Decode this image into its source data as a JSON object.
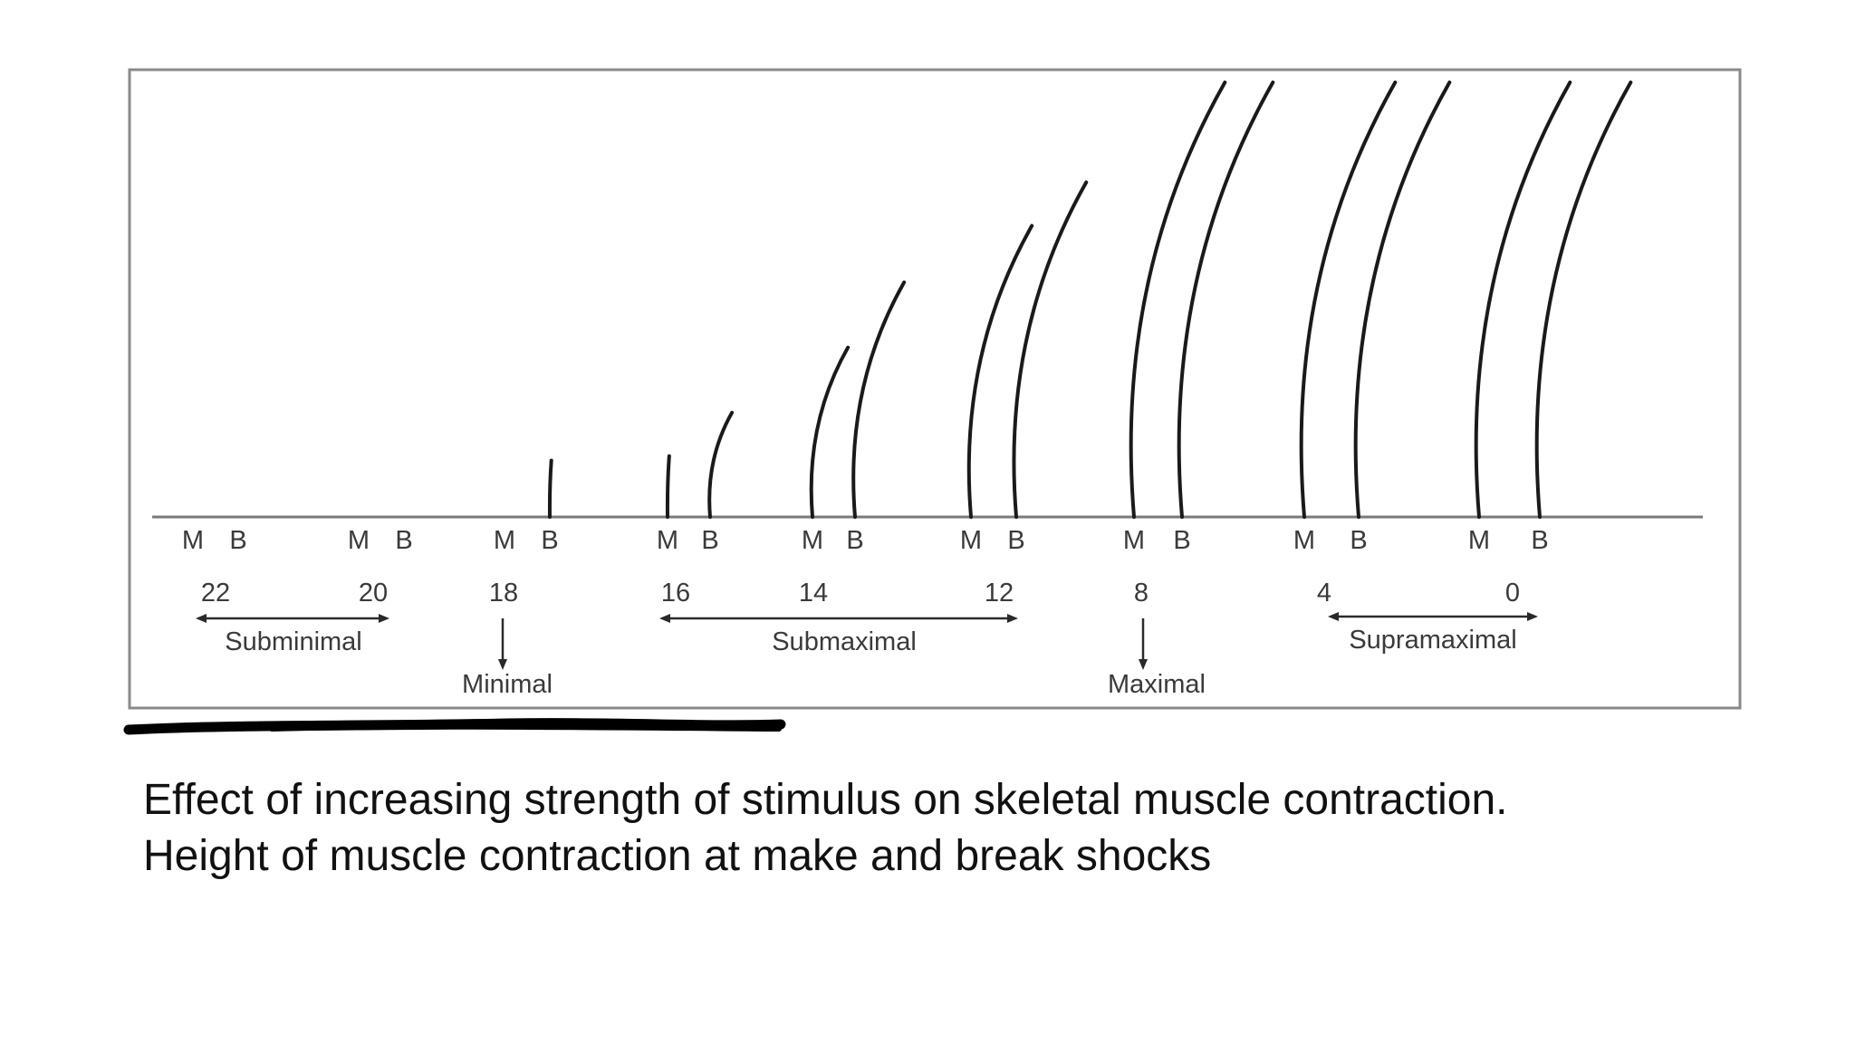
{
  "caption": {
    "line1": "Effect of increasing strength of stimulus on skeletal muscle contraction.",
    "line2": "Height of muscle contraction at make and break shocks"
  },
  "diagram": {
    "make_label": "M",
    "break_label": "B",
    "stimuli": [
      {
        "distance": "22",
        "make_height": 0,
        "break_height": 0
      },
      {
        "distance": "20",
        "make_height": 0,
        "break_height": 0
      },
      {
        "distance": "18",
        "make_height": 0,
        "break_height": 0.13
      },
      {
        "distance": "16",
        "make_height": 0.14,
        "break_height": 0.24
      },
      {
        "distance": "14",
        "make_height": 0.39,
        "break_height": 0.54
      },
      {
        "distance": "12",
        "make_height": 0.67,
        "break_height": 0.77
      },
      {
        "distance": "8",
        "make_height": 1.0,
        "break_height": 1.0
      },
      {
        "distance": "4",
        "make_height": 1.0,
        "break_height": 1.0
      },
      {
        "distance": "0",
        "make_height": 1.0,
        "break_height": 1.0
      }
    ],
    "ranges": {
      "subminimal": "Subminimal",
      "minimal": "Minimal",
      "submaximal": "Submaximal",
      "maximal": "Maximal",
      "supramaximal": "Supramaximal"
    }
  },
  "colors": {
    "frame": "#8a8a8a",
    "baseline": "#7a7a7a",
    "trace": "#1a1a1a",
    "label": "#3a3a3a",
    "underline": "#000000"
  }
}
